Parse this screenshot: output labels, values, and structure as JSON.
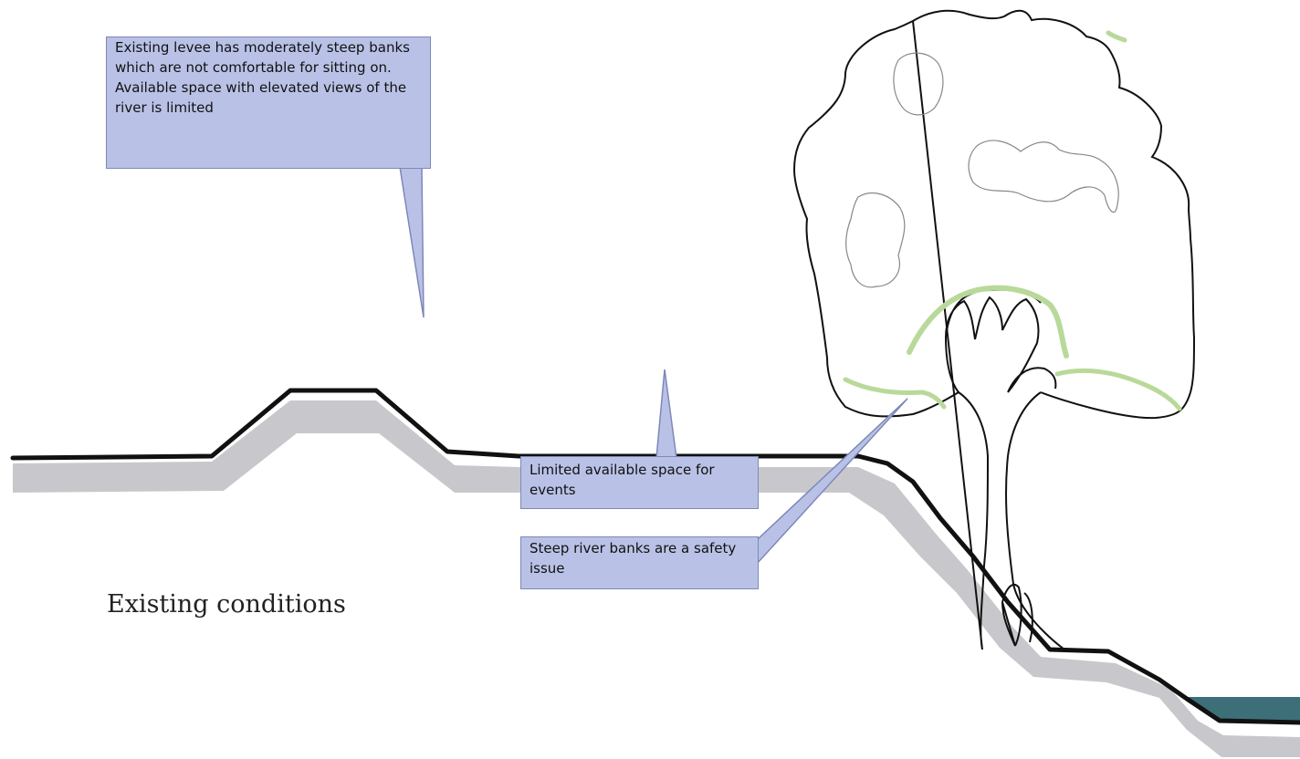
{
  "callouts": {
    "levee": "Existing levee has moderately steep banks which are not comfortable for sitting on. Available space with elevated views of the river is limited",
    "events": "Limited available space for events",
    "safety": "Steep river banks are a safety issue"
  },
  "caption": "Existing conditions",
  "colors": {
    "callout_fill": "#b9c2e6",
    "callout_border": "#7d88b8",
    "ground_line": "#111111",
    "ground_shadow": "#c8c8cc",
    "foliage_highlight": "#b9d99a",
    "river_water": "#3d6f78"
  }
}
